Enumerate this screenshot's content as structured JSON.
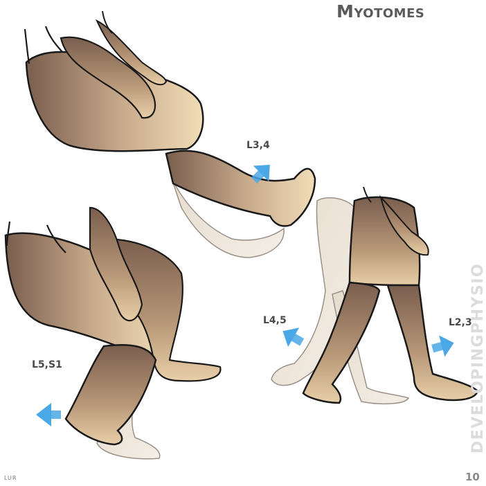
{
  "header": {
    "title": "Myotomes"
  },
  "labels": {
    "knee_extension": "L3,4",
    "hip_flexion_walk": "L4,5",
    "hip_extension_walk": "L2,3",
    "knee_flexion": "L5,S1"
  },
  "branding": {
    "vertical_text": "DEVELOPINGPHYSIO",
    "credit": "LUR",
    "page_number": "10"
  },
  "colors": {
    "arrow": "#4aa8e6",
    "skin_light": "#f1ddb8",
    "skin_dark": "#7a5e4e",
    "ghost": "#ece3d8",
    "outline": "#1a1a1a"
  },
  "icons": [
    "arrow-icon"
  ]
}
